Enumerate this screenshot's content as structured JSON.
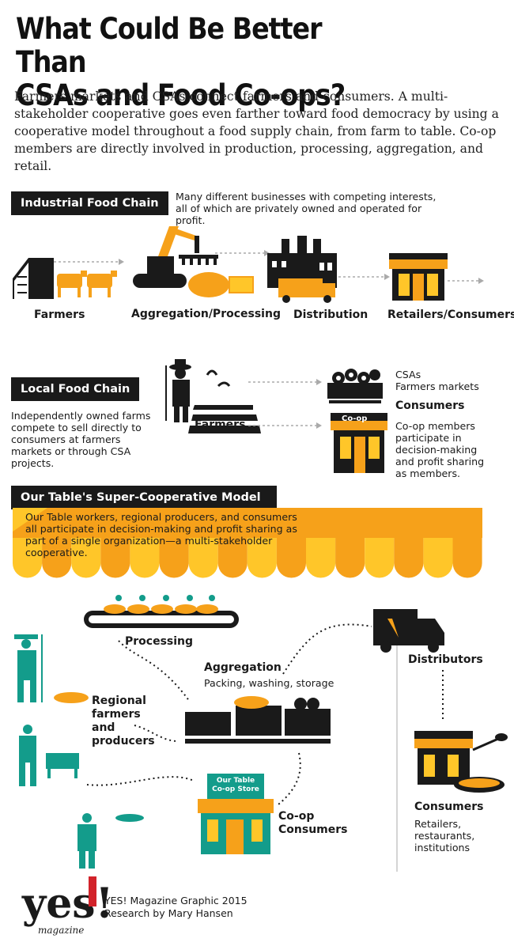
{
  "header": {
    "title_line1": "What Could Be Better Than",
    "title_line2": "CSAs and Food Co-ops?",
    "intro": "Farmers markets and CSAs connect farmers and consumers. A multi-stakeholder cooperative goes even farther toward food democracy by using a cooperative model throughout a food supply chain, from farm to table. Co-op members are directly involved in production, processing, aggregation, and retail."
  },
  "industrial": {
    "banner": "Industrial Food Chain",
    "desc": "Many different businesses with competing interests, all of which are privately owned and operated for profit.",
    "labels": [
      "Farmers",
      "Aggregation/Processing",
      "Distribution",
      "Retailers/Consumers"
    ]
  },
  "local": {
    "banner": "Local Food Chain",
    "desc": "Independently owned farms compete to sell directly to consumers at farmers markets or through CSA projects.",
    "farmers_label": "Farmers",
    "csa_line1": "CSAs",
    "csa_line2": "Farmers markets",
    "consumers_label": "Consumers",
    "coop_sign": "Co-op",
    "coop_desc": "Co-op members participate in decision-making and profit sharing as members."
  },
  "super": {
    "banner": "Our Table's Super-Cooperative Model",
    "desc": "Our Table workers, regional producers, and consumers all participate in decision-making and profit sharing as part of a single organization—a multi-stakeholder cooperative.",
    "processing": "Processing",
    "aggregation": "Aggregation",
    "aggregation_sub": "Packing, washing, storage",
    "regional_line1": "Regional",
    "regional_line2": "farmers",
    "regional_line3": "and",
    "regional_line4": "producers",
    "distributors": "Distributors",
    "store_sign_line1": "Our Table",
    "store_sign_line2": "Co-op Store",
    "coop_consumers_line1": "Co-op",
    "coop_consumers_line2": "Consumers",
    "consumers": "Consumers",
    "consumers_sub": "Retailers, restaurants, institutions"
  },
  "footer": {
    "logo_text": "yes!",
    "logo_sub": "magazine",
    "credit_line1": "YES! Magazine Graphic 2015",
    "credit_line2": "Research by Mary Hansen"
  },
  "colors": {
    "orange": "#F6A11A",
    "yellow": "#FFC629",
    "teal": "#139C8B",
    "black": "#1a1a1a",
    "red": "#D2232A"
  }
}
